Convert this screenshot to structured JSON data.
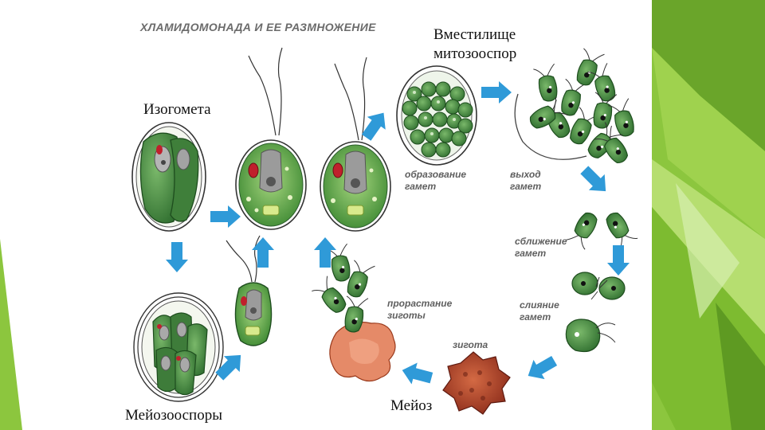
{
  "figure": {
    "title": "ХЛАМИДОМОНАДА И ЕЕ РАЗМНОЖЕНИЕ",
    "captions": {
      "vmestilishche_line1": "Вместилище",
      "vmestilishche_line2": "митозооспор",
      "izogameta": "Изогомета",
      "meiozoospory": "Мейозооспоры",
      "meioz": "Мейоз"
    },
    "stage_labels": {
      "obrazovanie_1": "образование",
      "obrazovanie_2": "гамет",
      "vykhod_1": "выход",
      "vykhod_2": "гамет",
      "sblizhenie_1": "сближение",
      "sblizhenie_2": "гамет",
      "sliyanie_1": "слияние",
      "sliyanie_2": "гамет",
      "zigota": "зигота",
      "prorastanie_1": "прорастание",
      "prorastanie_2": "зиготы"
    }
  },
  "colors": {
    "arrow": "#2f9ad8",
    "cell_green": "#4f9a3e",
    "cell_light": "#8cc76a",
    "nucleus": "#9a9a9a",
    "eyespot": "#c0202c",
    "zygote": "#b84a2e",
    "sprout": "#e07a58",
    "slide_green": "#7cbf2a"
  }
}
